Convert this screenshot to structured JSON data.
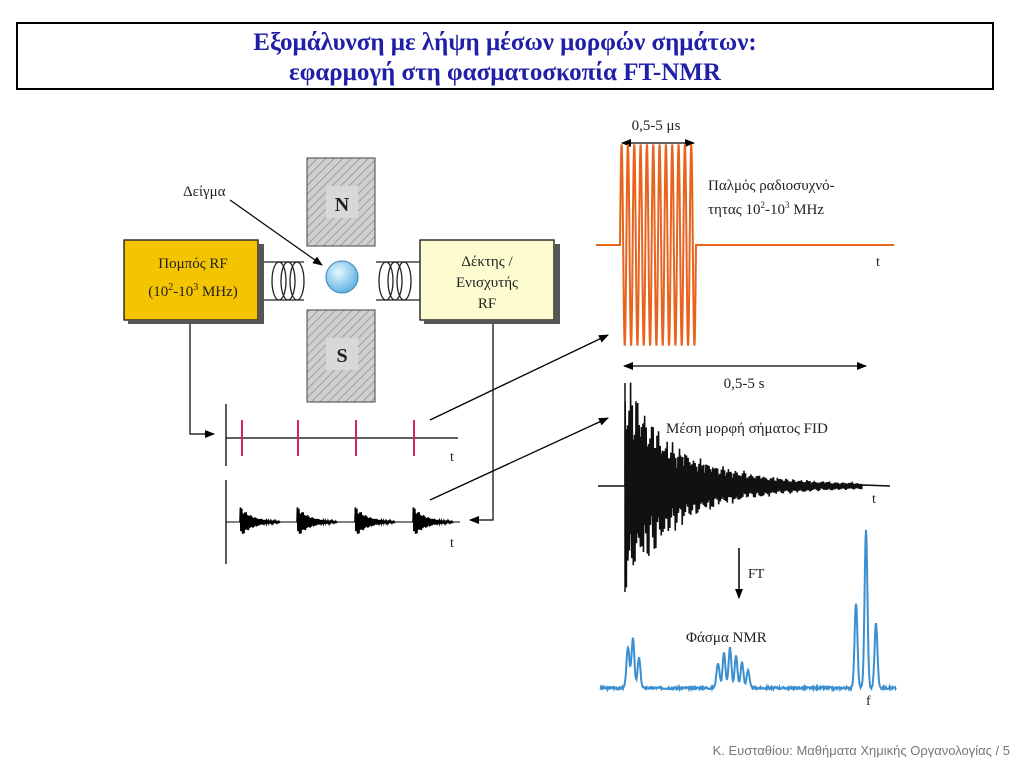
{
  "title": {
    "line1": "Εξομάλυνση με λήψη μέσων μορφών σημάτων:",
    "line2": "εφαρμογή στη φασματοσκοπία FT-NMR"
  },
  "diagram": {
    "sample_label": "Δείγμα",
    "magnet_north": "N",
    "magnet_south": "S",
    "transmitter": {
      "line1": "Πομπός RF",
      "line2_prefix": "(10",
      "line2_sup1": "2",
      "line2_mid": "-10",
      "line2_sup2": "3",
      "line2_suffix": " MHz)"
    },
    "receiver": {
      "line1": "Δέκτης /",
      "line2": "Ενισχυτής",
      "line3": "RF"
    },
    "pulse_train_axis": "t",
    "fid_train_axis": "t",
    "pulse_width_label": "0,5-5 μs",
    "rf_pulse_label_line1": "Παλμός ραδιοσυχνό-",
    "rf_pulse_label_line2_prefix": "τητας 10",
    "rf_pulse_label_sup1": "2",
    "rf_pulse_label_mid": "-10",
    "rf_pulse_label_sup2": "3",
    "rf_pulse_label_suffix": " MHz",
    "rf_pulse_axis": "t",
    "fid_duration_label": "0,5-5 s",
    "fid_label": "Μέση μορφή σήματος FID",
    "fid_axis": "t",
    "ft_label": "FT",
    "spectrum_label": "Φάσμα NMR",
    "spectrum_axis": "f"
  },
  "colors": {
    "title": "#1f1fa8",
    "box_fill": "#f5c400",
    "receiver_fill": "#fdfbd0",
    "rf_pulse": "#e8631e",
    "pulse_marks": "#d6226e",
    "spectrum": "#3b8fd0",
    "sample": "#7cc6ec"
  },
  "footer": "Κ. Ευσταθίου: Μαθήματα Χημικής Οργανολογίας / 5"
}
